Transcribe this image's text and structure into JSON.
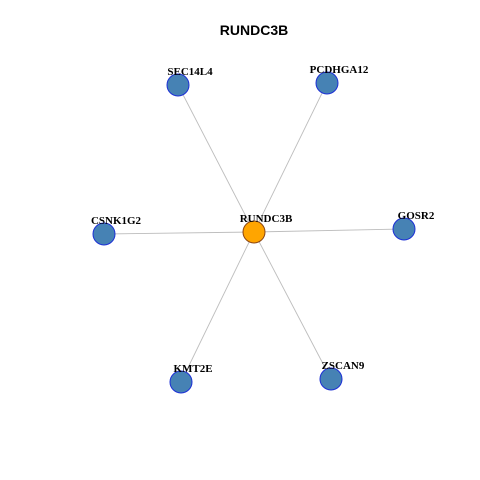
{
  "title": "RUNDC3B",
  "colors": {
    "background": "#ffffff",
    "edge": "#bdbdbd",
    "hub_fill": "#ffa500",
    "hub_stroke": "#8b4513",
    "leaf_fill": "#4682b4",
    "leaf_stroke": "#1c2fd6"
  },
  "network": {
    "hub": {
      "label": "RUNDC3B"
    },
    "nodes": [
      {
        "label": "SEC14L4"
      },
      {
        "label": "PCDHGA12"
      },
      {
        "label": "GOSR2"
      },
      {
        "label": "ZSCAN9"
      },
      {
        "label": "KMT2E"
      },
      {
        "label": "CSNK1G2"
      }
    ],
    "edges": [
      {
        "from": "RUNDC3B",
        "to": "SEC14L4"
      },
      {
        "from": "RUNDC3B",
        "to": "PCDHGA12"
      },
      {
        "from": "RUNDC3B",
        "to": "GOSR2"
      },
      {
        "from": "RUNDC3B",
        "to": "ZSCAN9"
      },
      {
        "from": "RUNDC3B",
        "to": "KMT2E"
      },
      {
        "from": "RUNDC3B",
        "to": "CSNK1G2"
      }
    ]
  }
}
